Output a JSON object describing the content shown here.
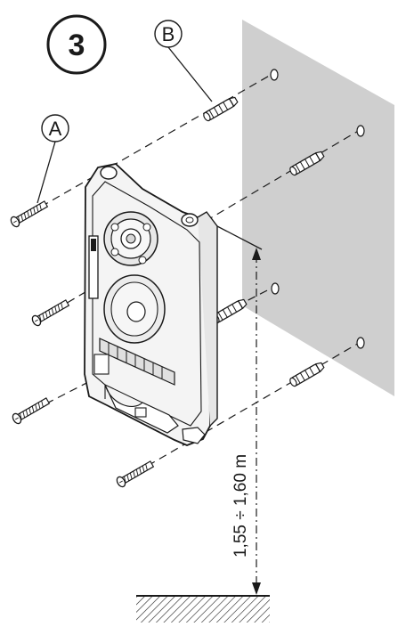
{
  "step_number": "3",
  "callouts": {
    "a": "A",
    "b": "B"
  },
  "dimension_label": "1,55 ÷ 1,60 m",
  "colors": {
    "wall": "#cfcfcf",
    "line": "#1a1a1a",
    "panel_fill": "#f4f4f4"
  }
}
